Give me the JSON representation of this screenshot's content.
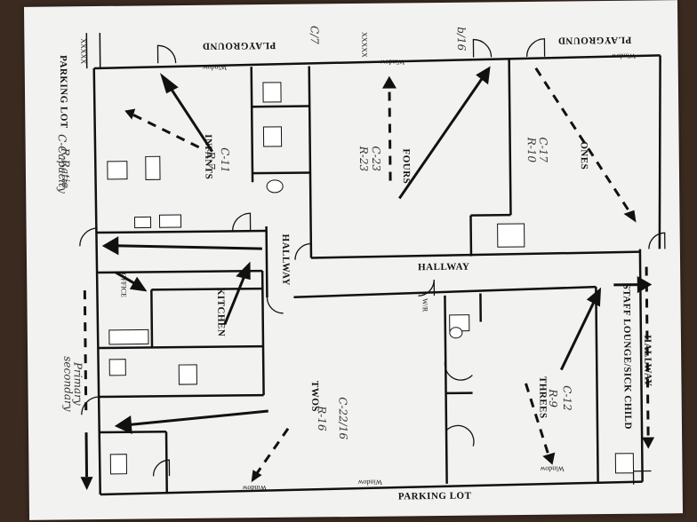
{
  "labels": {
    "playground_left": "PLAYGROUND",
    "playground_right": "PLAYGROUND",
    "parking_lot_left": "PARKING LOT",
    "parking_lot_bottom": "PARKING LOT",
    "hallway_main": "HALLWAY",
    "hallway_vertical": "HALLWAY",
    "hallway_right": "HALLWAY",
    "staff_lounge": "STAFF LOUNGE/SICK CHILD",
    "window": "Window",
    "xxxx": "XXXXX"
  },
  "rooms": {
    "infants": "INFANTS",
    "fours": "FOURS",
    "ones": "ONES",
    "kitchen": "KITCHEN",
    "twos": "TWOS",
    "threes": "THREES",
    "office": "OFFICE",
    "wr": "W/R"
  },
  "handwritten": {
    "capacity": "C-Capacity",
    "ratio": "R-Ratio",
    "infants_c": "C-11",
    "infants_r": "R-7",
    "fours_c": "C-23",
    "fours_r": "R-23",
    "ones_c": "C-17",
    "ones_r": "R-10",
    "twos_c": "C-22/16",
    "twos_r": "R-16",
    "threes_c": "C-12",
    "threes_r": "R-9",
    "primary": "Primary",
    "secondary": "secondary",
    "top_note": "C/7",
    "top_note2": "b/16"
  }
}
